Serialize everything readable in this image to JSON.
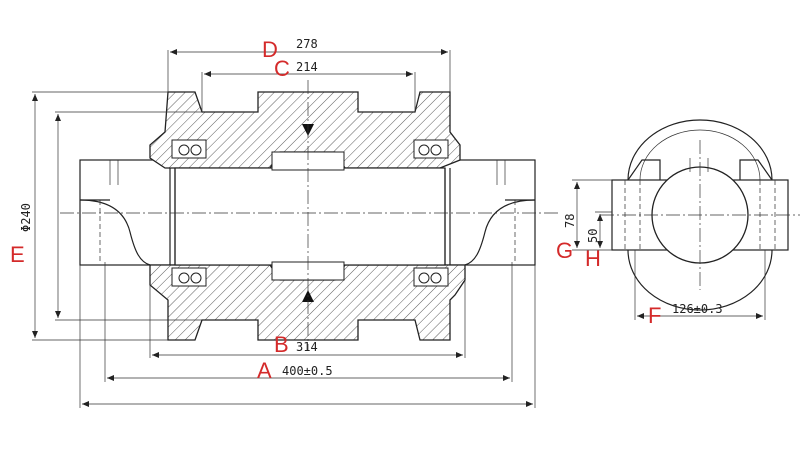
{
  "dimensions": {
    "d278": "278",
    "d214": "214",
    "d314": "314",
    "d400": "400±0.5",
    "d240": "Φ240",
    "d78": "78",
    "d50": "50",
    "d126": "126±0.3"
  },
  "callouts": {
    "A": "A",
    "B": "B",
    "C": "C",
    "D": "D",
    "E": "E",
    "F": "F",
    "G": "G",
    "H": "H"
  },
  "colors": {
    "callout": "#d42a2a",
    "line": "#222222"
  }
}
